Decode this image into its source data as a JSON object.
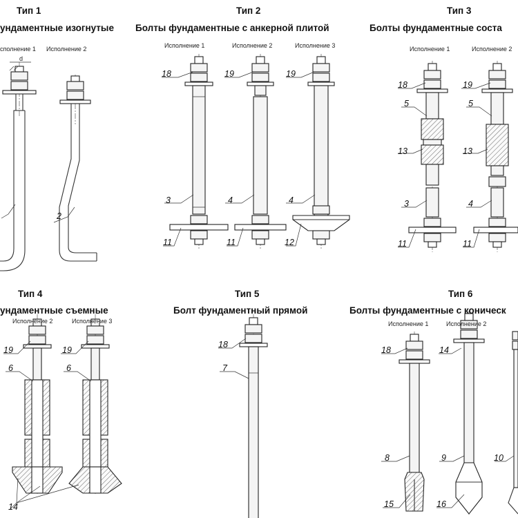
{
  "headings": {
    "t1": "Тип 1",
    "t1_title": "ундаментные изогнутые",
    "t2": "Тип 2",
    "t2_title": "Болты фундаментные с анкерной плитой",
    "t3": "Тип 3",
    "t3_title": "Болты фундаментные соста",
    "t4": "Тип 4",
    "t4_title": "ундаментные съемные",
    "t5": "Тип 5",
    "t5_title": "Болт фундаментный прямой",
    "t6": "Тип 6",
    "t6_title": "Болты фундаментные с коническ"
  },
  "variants": {
    "t1_v1": "сполнение 1",
    "t1_v2": "Исполнение 2",
    "t1_d": "d",
    "t2_v1": "Исполнение 1",
    "t2_v2": "Исполнение 2",
    "t2_v3": "Исполнение 3",
    "t3_v1": "Исполнение 1",
    "t3_v2": "Исполнение 2",
    "t4_v2": "Исполнение 2",
    "t4_v3": "Исполнение 3",
    "t6_v1": "Исполнение 1",
    "t6_v2": "Исполнение 2"
  },
  "callouts": {
    "t1_2": "2",
    "t2_18": "18",
    "t2_19a": "19",
    "t2_19b": "19",
    "t2_3": "3",
    "t2_4a": "4",
    "t2_4b": "4",
    "t2_11a": "11",
    "t2_11b": "11",
    "t2_12": "12",
    "t3_18": "18",
    "t3_19": "19",
    "t3_5a": "5",
    "t3_5b": "5",
    "t3_13a": "13",
    "t3_13b": "13",
    "t3_3": "3",
    "t3_4": "4",
    "t3_11a": "11",
    "t3_11b": "11",
    "t4_19a": "19",
    "t4_19b": "19",
    "t4_6a": "6",
    "t4_6b": "6",
    "t4_14": "14",
    "t5_18": "18",
    "t5_7": "7",
    "t6_18": "18",
    "t6_14": "14",
    "t6_8": "8",
    "t6_9": "9",
    "t6_10": "10",
    "t6_15": "15",
    "t6_16": "16"
  }
}
